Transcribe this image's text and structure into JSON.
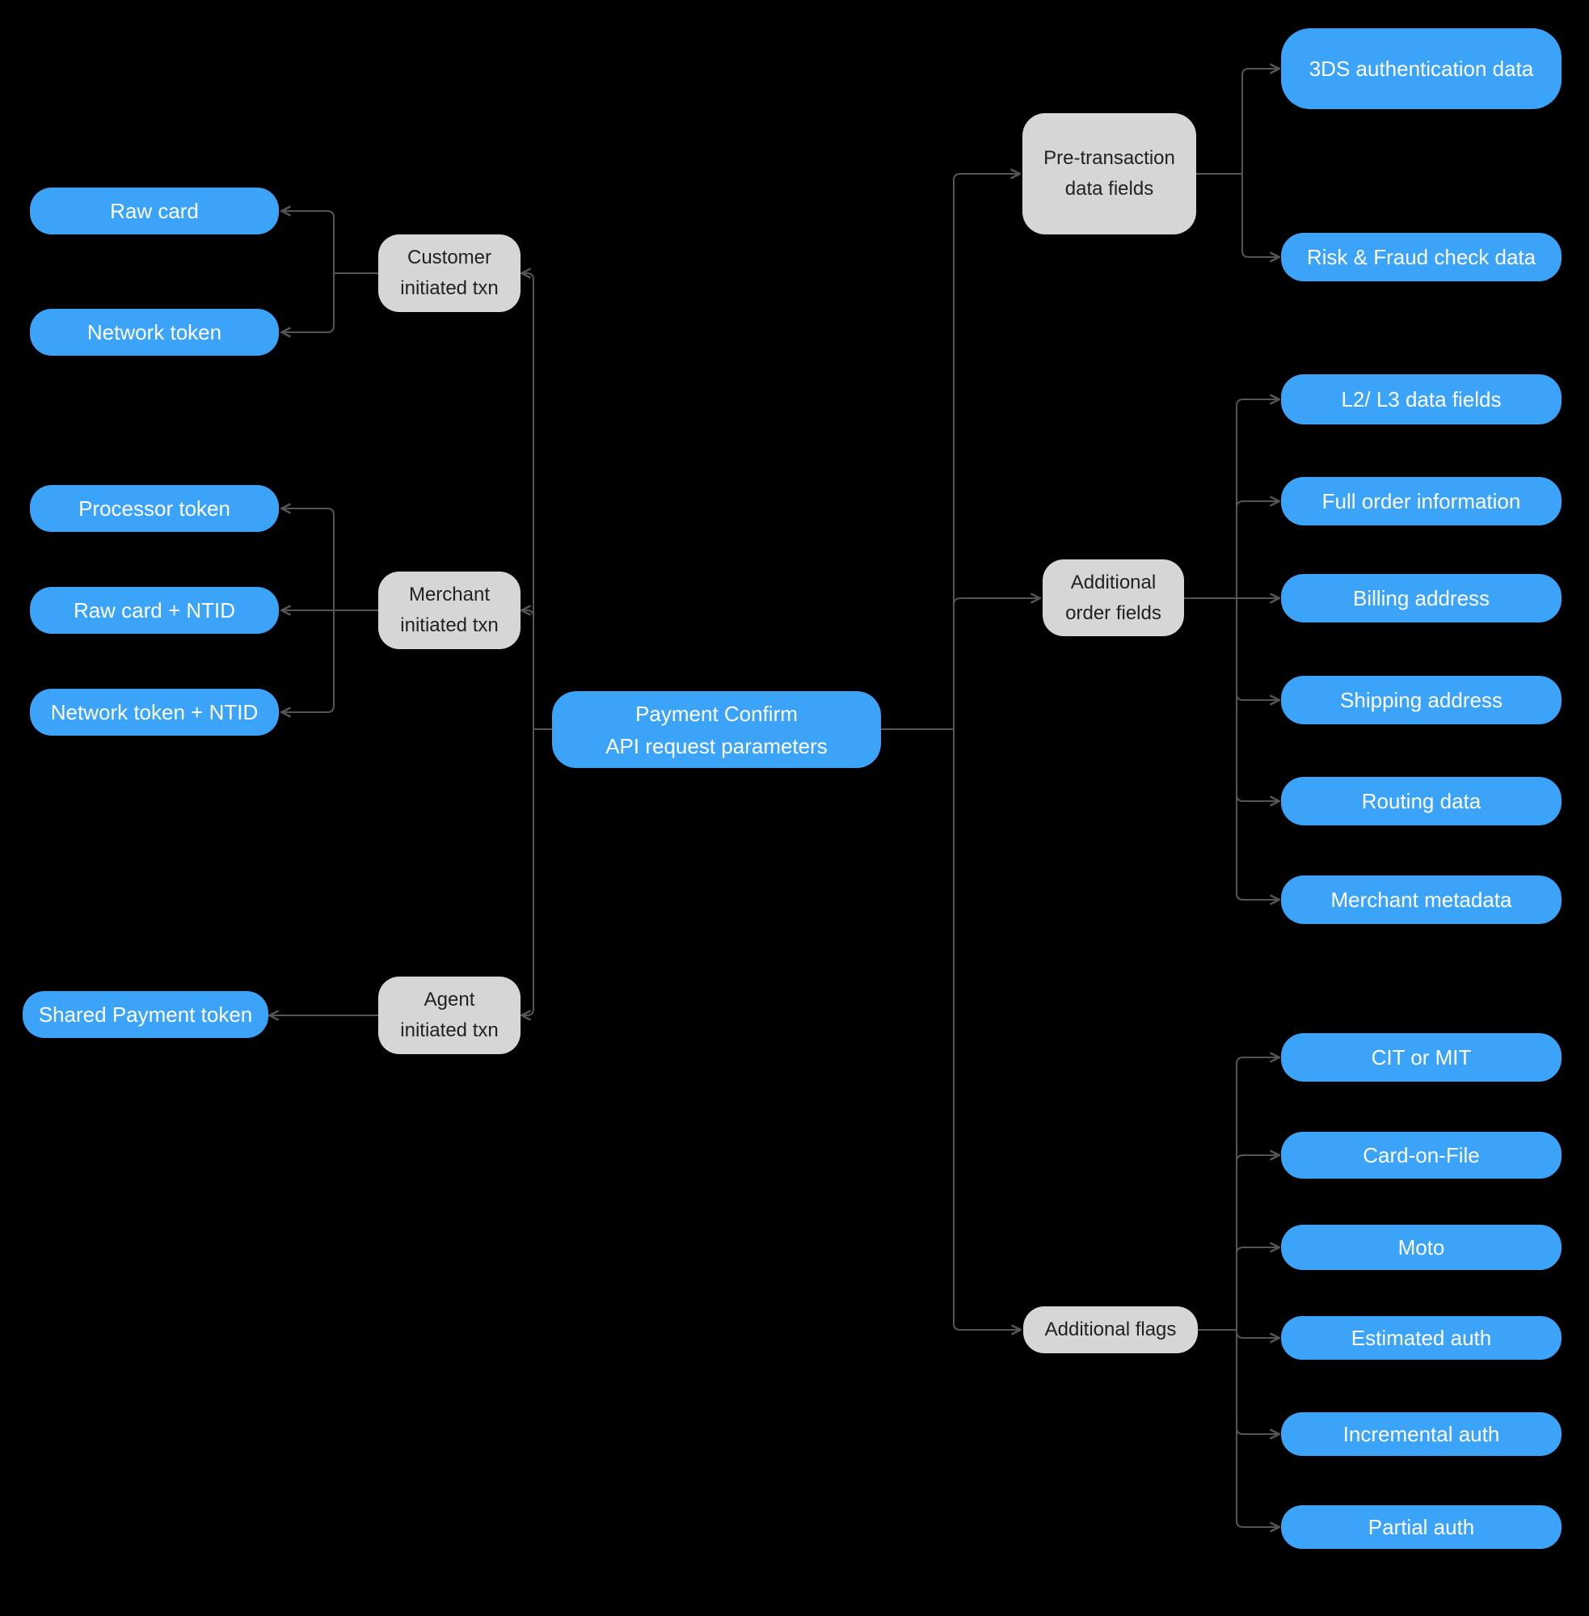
{
  "diagram": {
    "title": "Payment Confirm API request parameters mind map",
    "colors": {
      "background": "#000000",
      "node_blue": "#3BA3F8",
      "node_gray": "#D6D6D6",
      "text_on_blue": "#FFFFFF",
      "text_on_gray": "#222222",
      "connector": "#555555"
    },
    "center": {
      "id": "payment-confirm",
      "label": "Payment Confirm\nAPI request parameters"
    },
    "left_groups": [
      {
        "parent": {
          "id": "customer-initiated-txn",
          "label": "Customer\ninitiated txn"
        },
        "children": [
          {
            "id": "raw-card",
            "label": "Raw card"
          },
          {
            "id": "network-token",
            "label": "Network token"
          }
        ]
      },
      {
        "parent": {
          "id": "merchant-initiated-txn",
          "label": "Merchant\ninitiated txn"
        },
        "children": [
          {
            "id": "processor-token",
            "label": "Processor token"
          },
          {
            "id": "raw-card-ntid",
            "label": "Raw card + NTID"
          },
          {
            "id": "network-token-ntid",
            "label": "Network token + NTID"
          }
        ]
      },
      {
        "parent": {
          "id": "agent-initiated-txn",
          "label": "Agent\ninitiated txn"
        },
        "children": [
          {
            "id": "shared-payment-token",
            "label": "Shared Payment token"
          }
        ]
      }
    ],
    "right_groups": [
      {
        "parent": {
          "id": "pre-transaction-data-fields",
          "label": "Pre-transaction\ndata fields"
        },
        "children": [
          {
            "id": "3ds-authentication-data",
            "label": "3DS authentication data"
          },
          {
            "id": "risk-fraud-check-data",
            "label": "Risk & Fraud check data"
          }
        ]
      },
      {
        "parent": {
          "id": "additional-order-fields",
          "label": "Additional\norder fields"
        },
        "children": [
          {
            "id": "l2-l3-data-fields",
            "label": "L2/ L3 data fields"
          },
          {
            "id": "full-order-information",
            "label": "Full order information"
          },
          {
            "id": "billing-address",
            "label": "Billing address"
          },
          {
            "id": "shipping-address",
            "label": "Shipping address"
          },
          {
            "id": "routing-data",
            "label": "Routing data"
          },
          {
            "id": "merchant-metadata",
            "label": "Merchant metadata"
          }
        ]
      },
      {
        "parent": {
          "id": "additional-flags",
          "label": "Additional flags"
        },
        "children": [
          {
            "id": "cit-or-mit",
            "label": "CIT or MIT"
          },
          {
            "id": "card-on-file",
            "label": "Card-on-File"
          },
          {
            "id": "moto",
            "label": "Moto"
          },
          {
            "id": "estimated-auth",
            "label": "Estimated auth"
          },
          {
            "id": "incremental-auth",
            "label": "Incremental auth"
          },
          {
            "id": "partial-auth",
            "label": "Partial auth"
          }
        ]
      }
    ]
  }
}
